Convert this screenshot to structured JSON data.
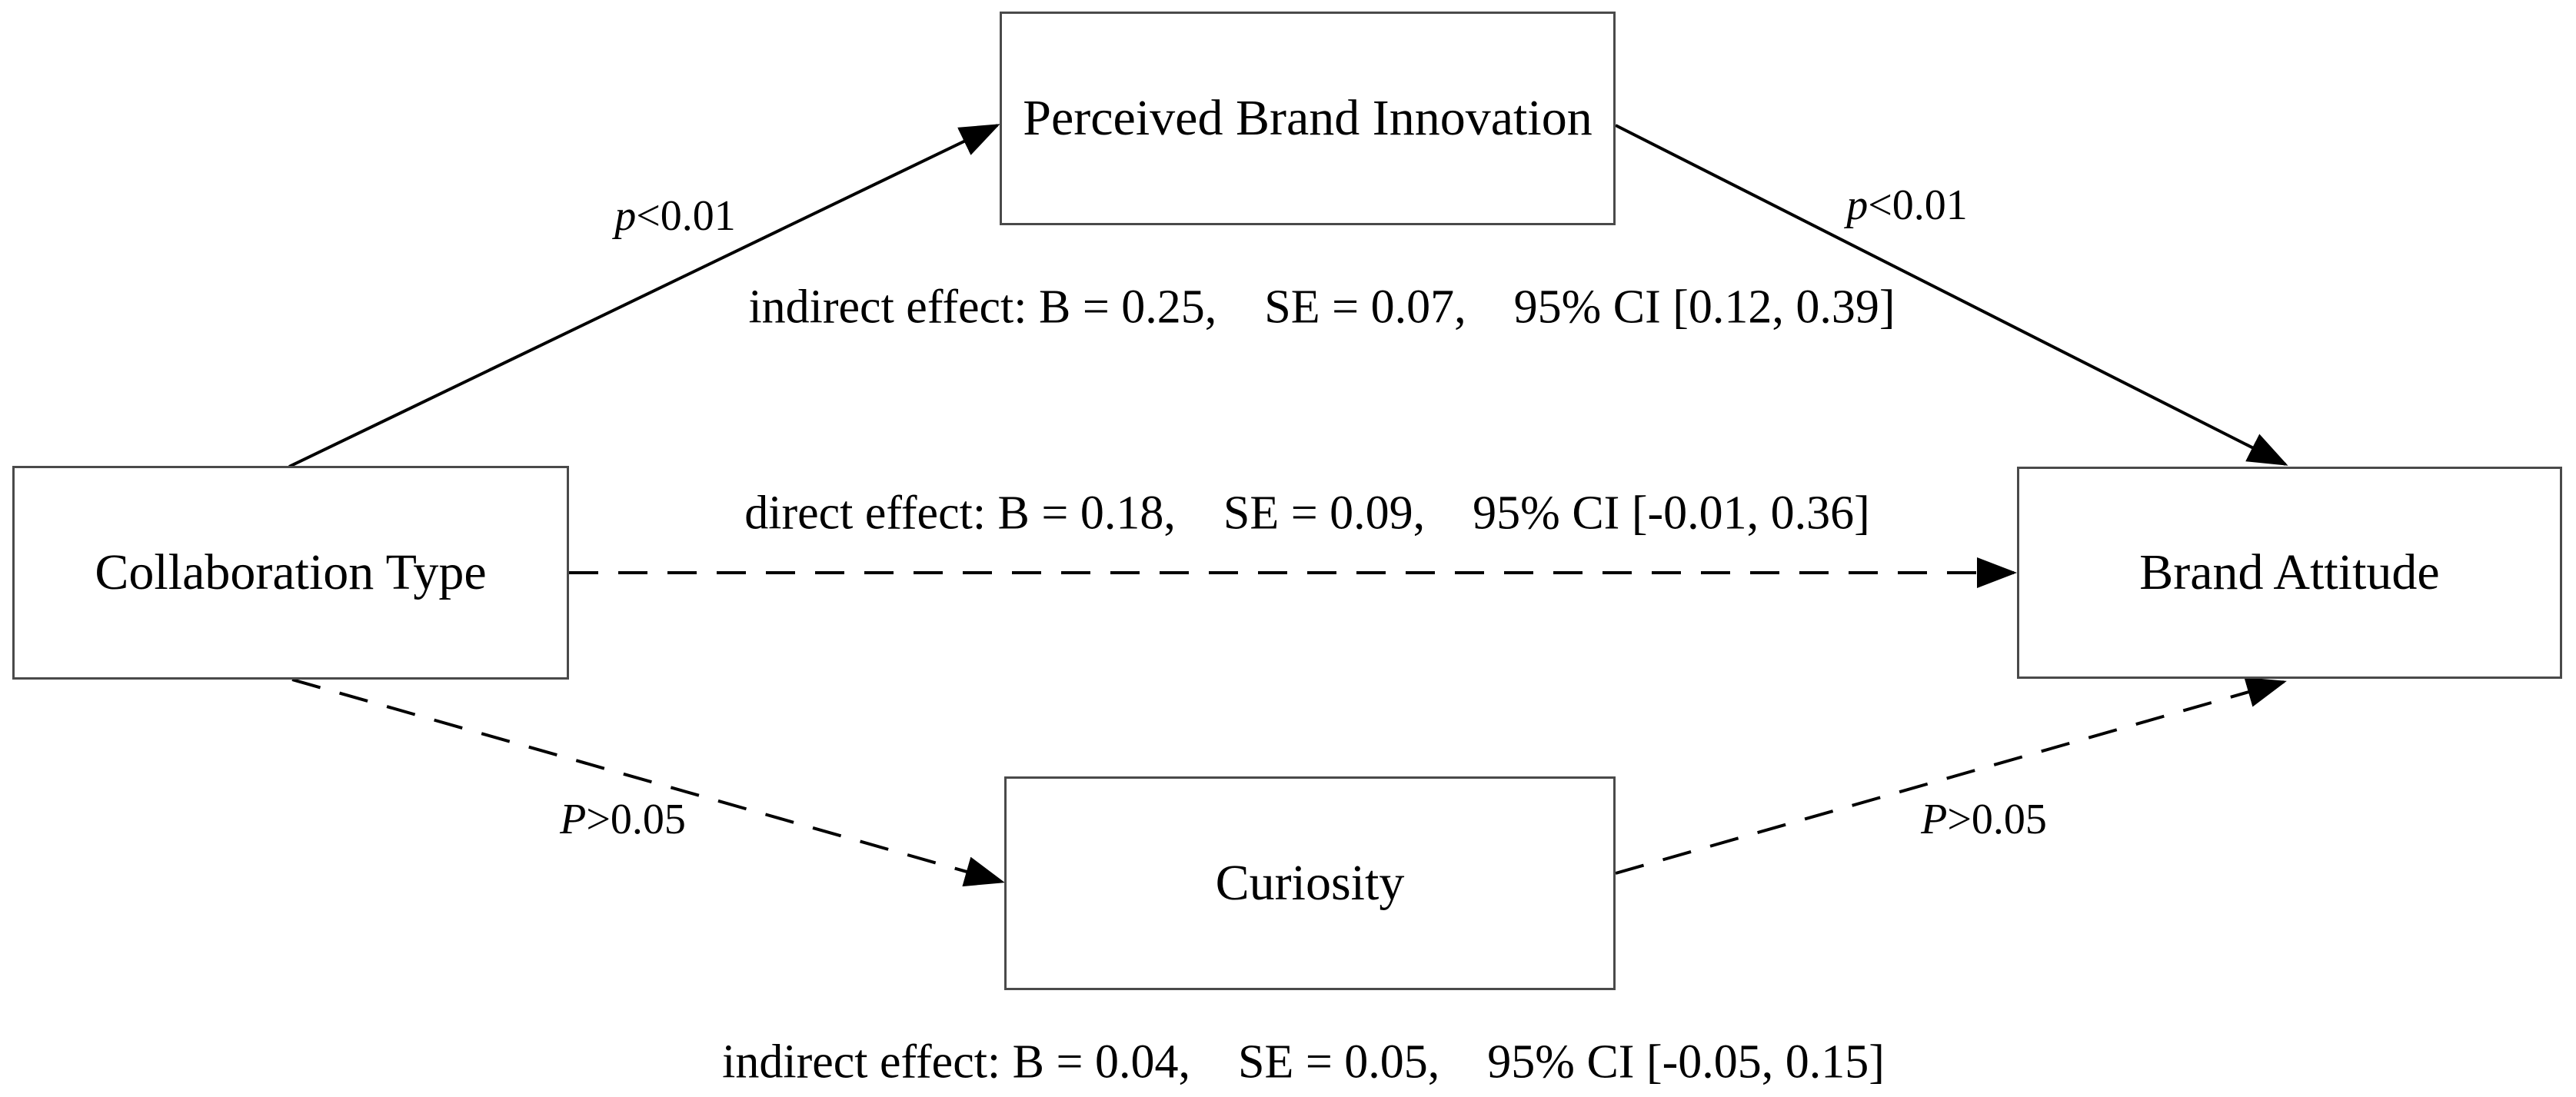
{
  "diagram": {
    "nodes": {
      "collaboration_type": "Collaboration Type",
      "perceived_brand_innovation": "Perceived Brand Innovation",
      "curiosity": "Curiosity",
      "brand_attitude": "Brand Attitude"
    },
    "path_labels": {
      "x_to_innovation": {
        "symbol": "p",
        "comparison": "<0.01"
      },
      "innovation_to_attitude": {
        "symbol": "p",
        "comparison": "<0.01"
      },
      "x_to_curiosity": {
        "symbol": "P",
        "comparison": ">0.05"
      },
      "curiosity_to_attitude": {
        "symbol": "P",
        "comparison": ">0.05"
      }
    },
    "effects": {
      "indirect_via_innovation": "indirect effect: B = 0.25, SE = 0.07, 95% CI [0.12, 0.39]",
      "direct": "direct effect: B = 0.18, SE = 0.09, 95% CI [-0.01, 0.36]",
      "indirect_via_curiosity": "indirect effect: B = 0.04, SE = 0.05, 95% CI [-0.05, 0.15]"
    },
    "line_styles": {
      "significant": "solid",
      "non_significant": "dashed"
    },
    "colors": {
      "background": "#ffffff",
      "line": "#000000",
      "box_border": "#4a4a4a",
      "text": "#000000"
    }
  }
}
